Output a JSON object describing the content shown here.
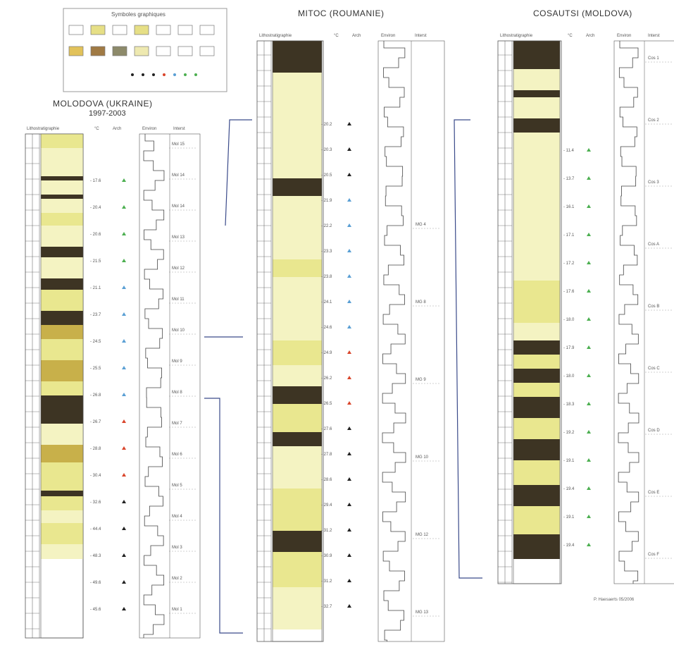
{
  "legend": {
    "title": "Symboles graphiques"
  },
  "sites": [
    {
      "id": "molodova",
      "title": "MOLODOVA (UKRAINE)",
      "subtitle": "1997-2003",
      "headers": {
        "litho": "Lithostratigraphie",
        "temp": "°C",
        "arch": "Arch",
        "env": "Environ",
        "interst": "Interst"
      },
      "dates": [
        "17.6",
        "20.4",
        "20.6",
        "21.5",
        "21.1",
        "23.7",
        "24.5",
        "25.5",
        "26.8",
        "26.7",
        "28.8",
        "30.4",
        "32.6",
        "44.4",
        "48.3",
        "49.6",
        "45.6"
      ],
      "interst": [
        "Mol 15",
        "Mol 14",
        "Mol 14",
        "Mol 13",
        "Mol 12",
        "Mol 11",
        "Mol 10",
        "Mol 9",
        "Mol 8",
        "Mol 7",
        "Mol 6",
        "Mol 5",
        "Mol 4",
        "Mol 3",
        "Mol 2",
        "Mol 1"
      ]
    },
    {
      "id": "mitoc",
      "title": "MITOC (ROUMANIE)",
      "subtitle": "",
      "headers": {
        "litho": "Lithostratigraphie",
        "temp": "°C",
        "arch": "Arch",
        "env": "Environ",
        "interst": "Interst"
      },
      "dates": [
        "20.2",
        "20.3",
        "20.5",
        "21.9",
        "22.2",
        "23.3",
        "23.8",
        "24.1",
        "24.6",
        "24.9",
        "26.2",
        "26.5",
        "27.6",
        "27.8",
        "28.6",
        "29.4",
        "31.2",
        "30.9",
        "31.2",
        "32.7"
      ],
      "interst": [
        "MG 4",
        "MG 8",
        "MG 9",
        "MG 10",
        "MG 12",
        "MG 13"
      ]
    },
    {
      "id": "cosautsi",
      "title": "COSAUTSI (MOLDOVA)",
      "subtitle": "",
      "headers": {
        "litho": "Lithostratigraphie",
        "temp": "°C",
        "arch": "Arch",
        "env": "Environ",
        "interst": "Interst"
      },
      "dates": [
        "11.4",
        "13.7",
        "16.1",
        "17.1",
        "17.2",
        "17.6",
        "18.0",
        "17.9",
        "18.0",
        "18.3",
        "19.2",
        "19.1",
        "19.4",
        "19.1",
        "19.4"
      ],
      "interst": [
        "Cos 1",
        "Cos 2",
        "Cos 3",
        "Cos A",
        "Cos B",
        "Cos C",
        "Cos D",
        "Cos E",
        "Cos F"
      ]
    }
  ],
  "credit": "P. Haesaerts 05/2006",
  "colors": {
    "sediment": "#e9e78f",
    "loess": "#f4f3c2",
    "soil": "#3d3423",
    "green_marker": "#4caf50",
    "blue_marker": "#5a9fd4",
    "red_marker": "#d9452b",
    "line": "#555555",
    "link_arrow": "#3a4a8a"
  }
}
